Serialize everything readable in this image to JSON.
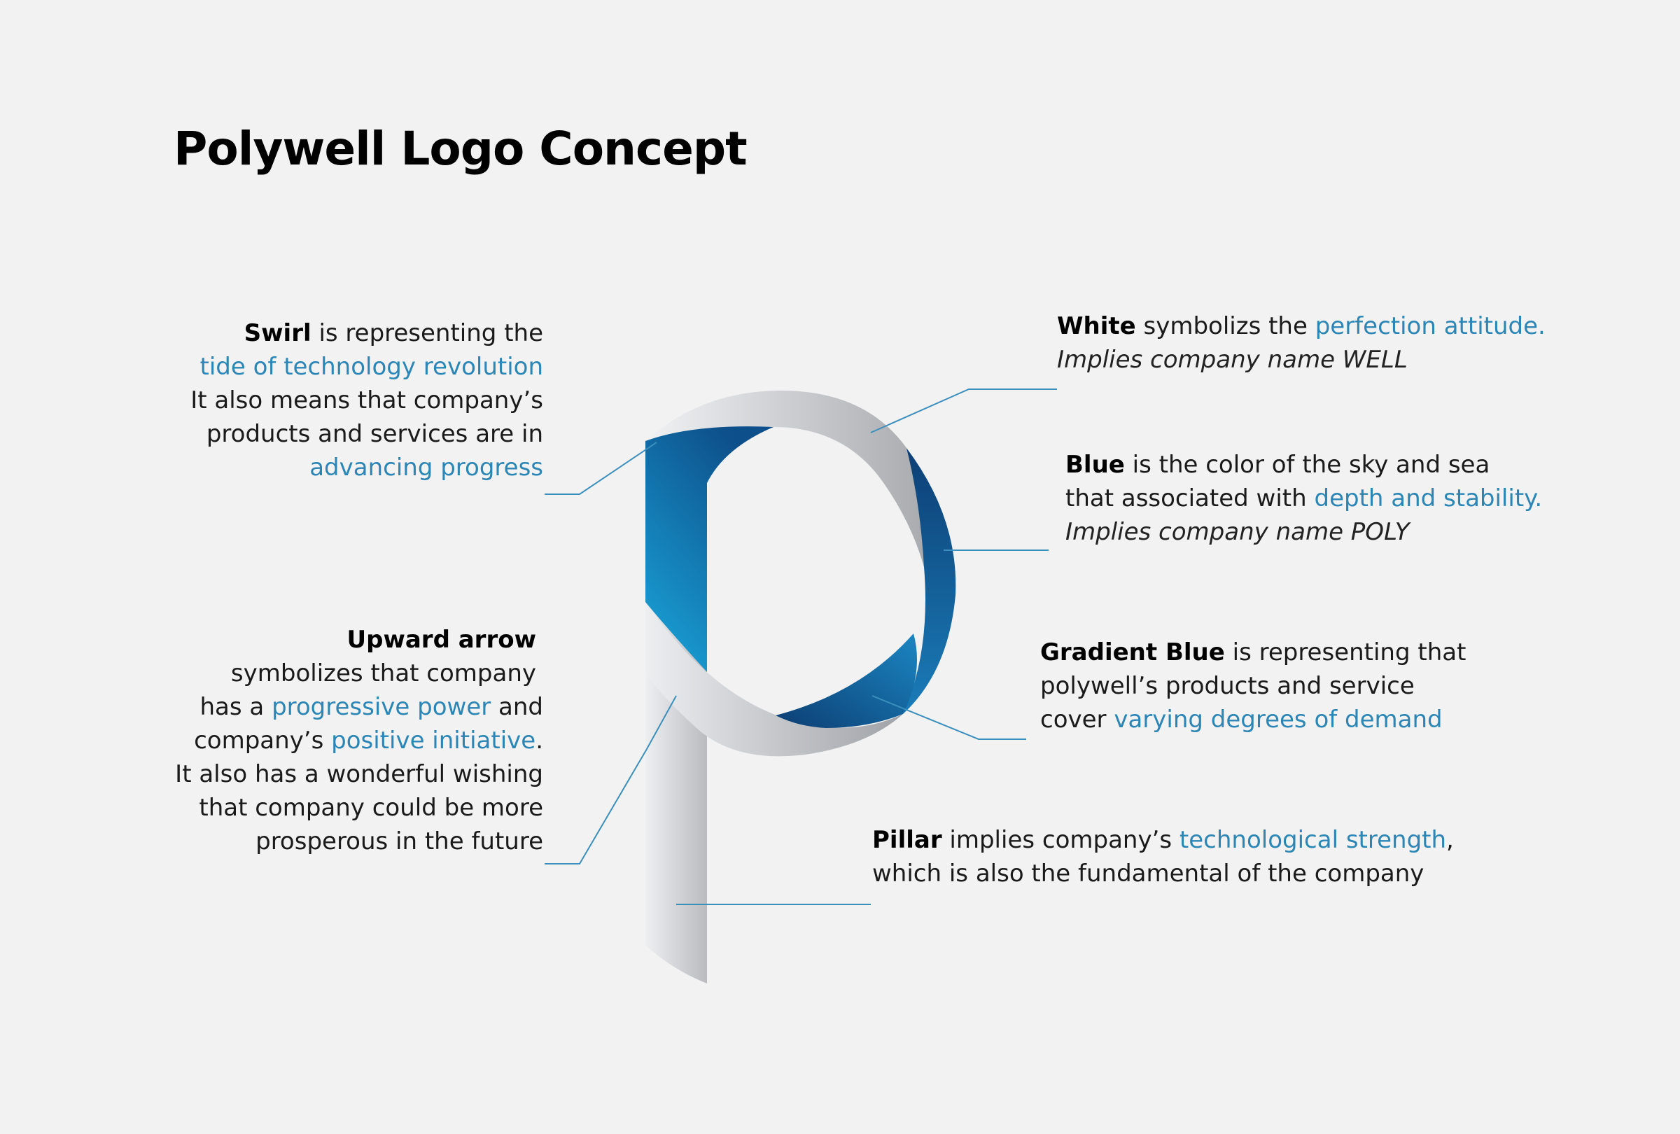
{
  "title": "Polywell Logo Concept",
  "colors": {
    "background": "#f2f2f2",
    "highlight": "#2b86b6",
    "leader_line": "#3a8fbd",
    "blue_dark": "#0d4f8a",
    "blue_light": "#1aa7dc",
    "silver": "#c9cacd"
  },
  "annotations": {
    "swirl": {
      "keyword": "Swirl",
      "text1": " is representing the",
      "highlight1": "tide of technology revolution",
      "line3": "It also means that company’s",
      "line4": "products and services are in",
      "highlight2": "advancing progress"
    },
    "upward_arrow": {
      "keyword": "Upward arrow",
      "line2": "symbolizes that company",
      "line3_pre": "has a ",
      "highlight1": "progressive power",
      "line3_post": " and",
      "line4_pre": "company’s ",
      "highlight2": "positive initiative",
      "line4_post": ".",
      "line5": "It also has a wonderful wishing",
      "line6": "that company could be more",
      "line7": "prosperous in the future"
    },
    "white": {
      "keyword": "White",
      "text1": " symbolizs the ",
      "highlight1": "perfection attitude.",
      "italic": "Implies company name WELL"
    },
    "blue": {
      "keyword": "Blue",
      "text1": " is the color of the sky and sea",
      "line2_pre": "that associated with ",
      "highlight1": "depth and stability.",
      "italic": "Implies company name POLY"
    },
    "gradient_blue": {
      "keyword": "Gradient Blue",
      "text1": " is representing that",
      "line2": "polywell’s products and service",
      "line3_pre": "cover ",
      "highlight1": "varying degrees of demand"
    },
    "pillar": {
      "keyword": "Pillar",
      "text1": " implies company’s ",
      "highlight1": "technological strength",
      "text2": ",",
      "line2": "which is also the fundamental of the company"
    }
  }
}
